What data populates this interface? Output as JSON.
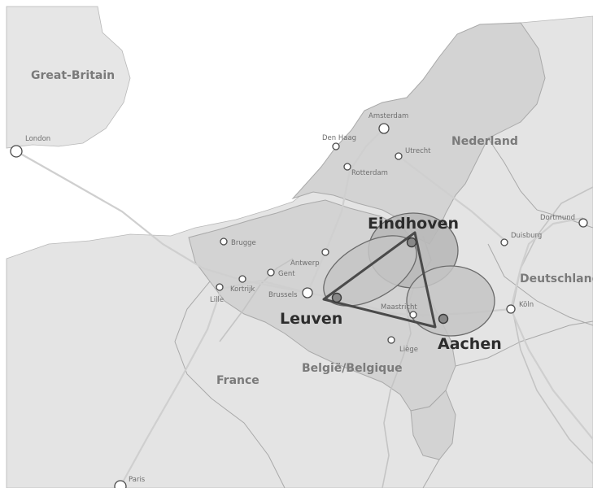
{
  "countries": {
    "great_britain": "Great-Britain",
    "nederland": "Nederland",
    "deutschland": "Deutschland",
    "belgie": "België/Belgique",
    "france": "France"
  },
  "cities": {
    "london": "London",
    "amsterdam": "Amsterdam",
    "den_haag": "Den Haag",
    "utrecht": "Utrecht",
    "rotterdam": "Rotterdam",
    "dortmund": "Dortmund",
    "duisburg": "Duisburg",
    "brugge": "Brugge",
    "antwerp": "Antwerp",
    "gent": "Gent",
    "kortrijk": "Kortrijk",
    "lille": "Lille",
    "brussels": "Brussels",
    "maastricht": "Maastricht",
    "koln": "Köln",
    "liege": "Liège",
    "paris": "Paris"
  },
  "highlight": {
    "eindhoven": "Eindhoven",
    "leuven": "Leuven",
    "aachen": "Aachen"
  },
  "colors": {
    "land": "#e4e4e4",
    "benelux": "#d3d3d3",
    "highlight_fill": "#bcbcbc",
    "triangle": "#4a4a4a"
  }
}
